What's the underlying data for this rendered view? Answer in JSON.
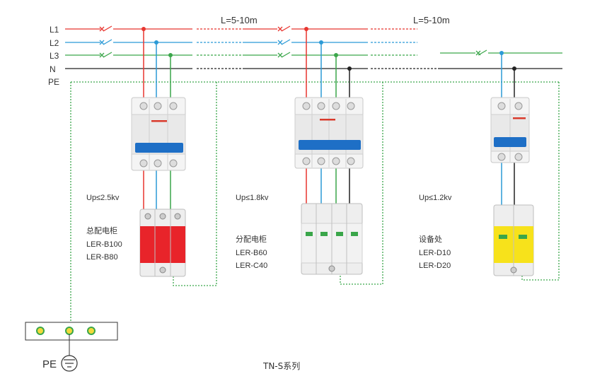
{
  "lines": {
    "l1": "L1",
    "l2": "L2",
    "l3": "L3",
    "n": "N",
    "pe": "PE"
  },
  "distances": {
    "first": "L=5-10m",
    "second": "L=5-10m"
  },
  "stages": [
    {
      "up": "Up≤2.5kv",
      "location": "总配电柜",
      "models": [
        "LER-B100",
        "LER-B80"
      ],
      "spd_color": "#e8242a",
      "poles": 3
    },
    {
      "up": "Up≤1.8kv",
      "location": "分配电柜",
      "models": [
        "LER-B60",
        "LER-C40"
      ],
      "spd_color": "#f2f2f2",
      "poles": 4
    },
    {
      "up": "Up≤1.2kv",
      "location": "设备处",
      "models": [
        "LER-D10",
        "LER-D20"
      ],
      "spd_color": "#f7e21b",
      "poles": 2
    }
  ],
  "ground": {
    "label": "PE"
  },
  "caption": "TN-S系列",
  "colors": {
    "l1": "#e8352f",
    "l2": "#2b9ad6",
    "l3": "#3aa64a",
    "n": "#222222",
    "pe": "#3aa64a",
    "breaker_blue": "#1e6fc6"
  }
}
